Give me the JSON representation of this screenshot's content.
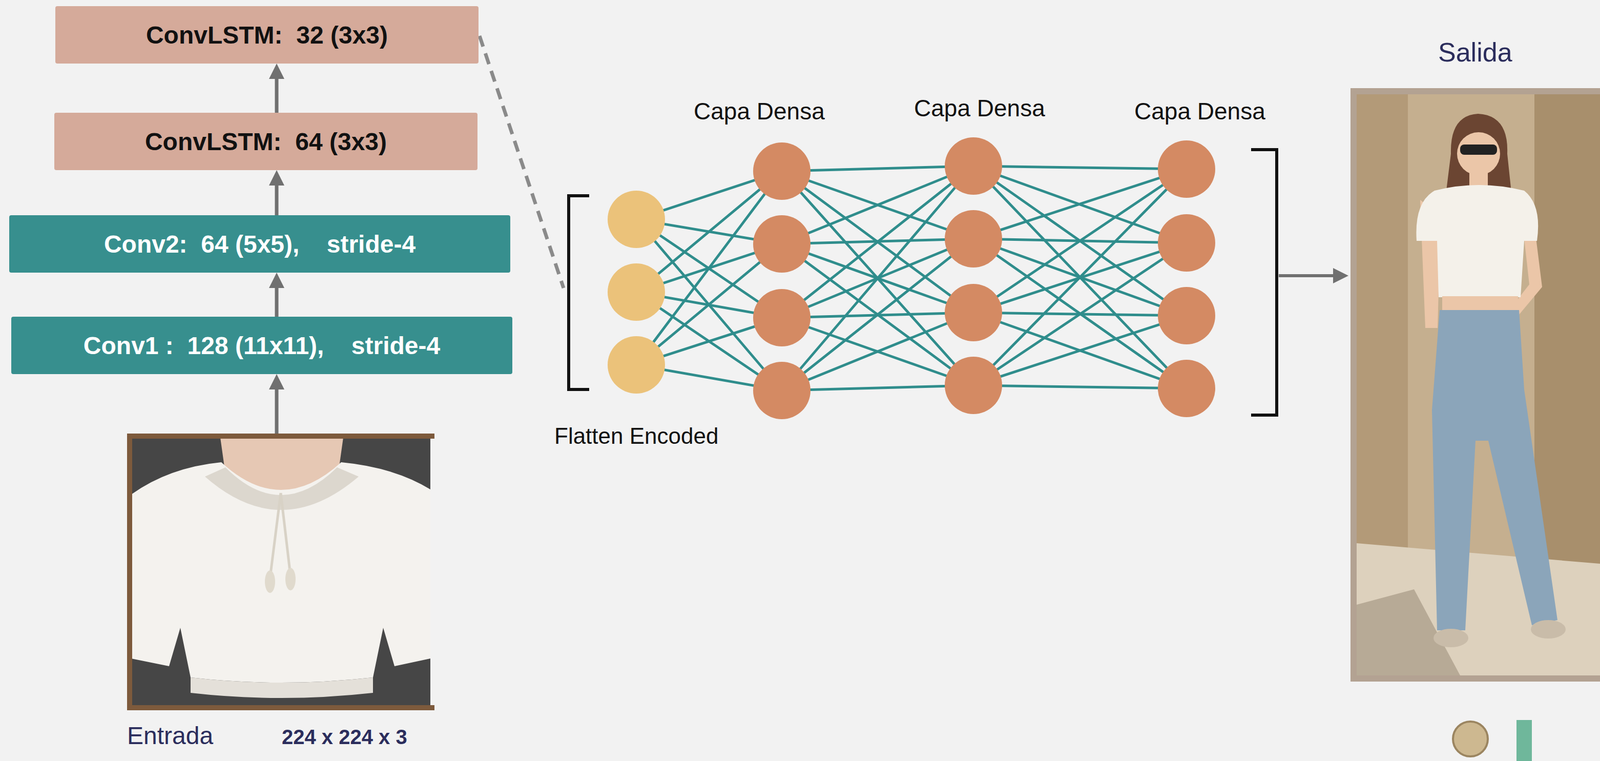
{
  "diagram": {
    "nodes": [
      {
        "text": [
          "ConvLSTM:  32 (3x3)"
        ]
      },
      {
        "text": [
          "ConvLSTM:  64 (3x3)"
        ]
      },
      {
        "text": [
          "Conv2:  64 (5x5),    stride-4"
        ]
      },
      {
        "text": [
          "Conv1 :  128 (11x11),    stride-4"
        ]
      },
      {
        "text": [
          "Entrada",
          "224 x 224 x 3"
        ]
      },
      {
        "text": [
          "Salida"
        ]
      }
    ],
    "edges": [
      {
        "from": 4,
        "to": 3,
        "arrow": "to"
      },
      {
        "from": 3,
        "to": 2,
        "arrow": "to"
      },
      {
        "from": 2,
        "to": 1,
        "arrow": "to"
      },
      {
        "from": 1,
        "to": 0,
        "arrow": "to"
      }
    ],
    "labels": [
      "Capa Densa",
      "Capa Densa",
      "Capa Densa",
      "Flatten Encoded"
    ]
  }
}
